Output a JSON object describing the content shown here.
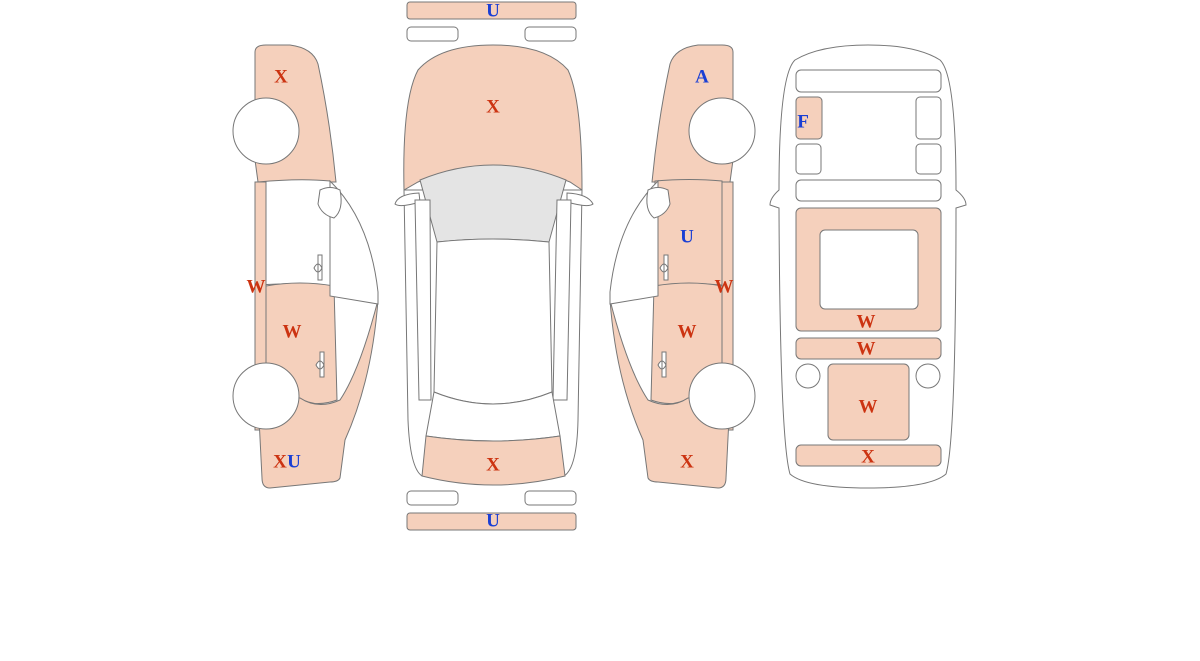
{
  "colors": {
    "damaged_fill": "#f5d0bc",
    "clean_fill": "#ffffff",
    "glass_fill": "#e4e4e4",
    "outline": "#777777",
    "code_red": "#cc3311",
    "code_blue": "#1a3fd4"
  },
  "labels": {
    "front_bumper_code": "U",
    "hood_code": "X",
    "trunk_code": "X",
    "rear_bumper_code": "U",
    "left_front_fender_code": "X",
    "left_pillar_code": "W",
    "left_rear_door_code": "W",
    "left_rear_quarter_code_1": "X",
    "left_rear_quarter_code_2": "U",
    "right_front_fender_code": "A",
    "right_front_door_code": "U",
    "right_pillar_code": "W",
    "right_rear_door_code": "W",
    "right_rear_quarter_code": "X",
    "floor_headlight_code": "F",
    "floor_center_code": "W",
    "floor_crossmember_code": "W",
    "floor_rear_panel_code": "W",
    "floor_rear_bumper_code": "X"
  }
}
